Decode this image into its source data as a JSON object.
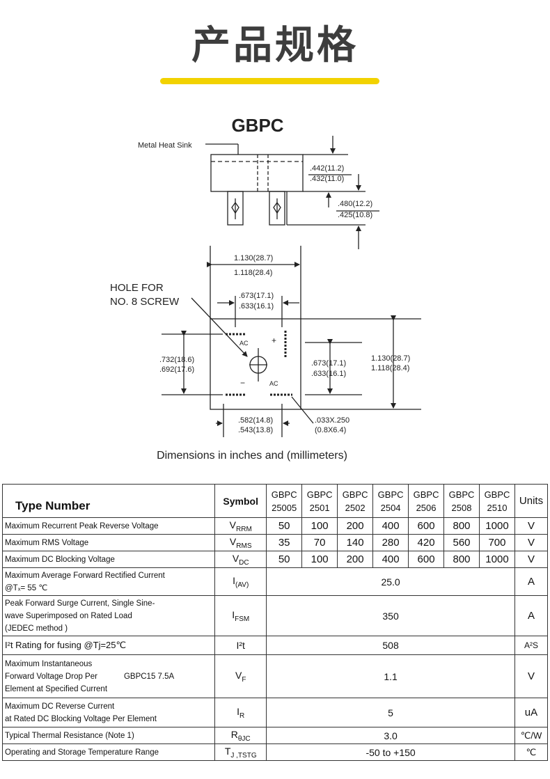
{
  "header": {
    "title": "产品规格"
  },
  "drawing": {
    "package_name": "GBPC",
    "metal_heat_sink_label": "Metal Heat Sink",
    "side_dim_1": [
      ".442(11.2)",
      ".432(11.0)"
    ],
    "side_dim_2": [
      ".480(12.2)",
      ".425(10.8)"
    ],
    "top_width_dim": [
      "1.130(28.7)",
      "1.118(28.4)"
    ],
    "hole_label": [
      "HOLE FOR",
      "NO. 8 SCREW"
    ],
    "inner_width_dim": [
      ".673(17.1)",
      ".633(16.1)"
    ],
    "left_dim": [
      ".732(18.6)",
      ".692(17.6)"
    ],
    "right_inner_dim": [
      ".673(17.1)",
      ".633(16.1)"
    ],
    "right_outer_dim": [
      "1.130(28.7)",
      "1.118(28.4)"
    ],
    "bottom_dim": [
      ".582(14.8)",
      ".543(13.8)"
    ],
    "terminal_dim": [
      ".033X.250",
      "(0.8X6.4)"
    ],
    "pin_labels": {
      "ac_top": "AC",
      "plus": "+",
      "minus": "−",
      "ac_bottom": "AC"
    },
    "caption": "Dimensions in inches and (millimeters)"
  },
  "table": {
    "header": {
      "type_number": "Type Number",
      "symbol": "Symbol",
      "columns": [
        {
          "line1": "GBPC",
          "line2": "25005"
        },
        {
          "line1": "GBPC",
          "line2": "2501"
        },
        {
          "line1": "GBPC",
          "line2": "2502"
        },
        {
          "line1": "GBPC",
          "line2": "2504"
        },
        {
          "line1": "GBPC",
          "line2": "2506"
        },
        {
          "line1": "GBPC",
          "line2": "2508"
        },
        {
          "line1": "GBPC",
          "line2": "2510"
        }
      ],
      "units": "Units"
    },
    "rows": [
      {
        "param": "Maximum Recurrent Peak Reverse Voltage",
        "sym": "V",
        "sub": "RRM",
        "values": [
          "50",
          "100",
          "200",
          "400",
          "600",
          "800",
          "1000"
        ],
        "unit": "V"
      },
      {
        "param": "Maximum RMS Voltage",
        "sym": "V",
        "sub": "RMS",
        "values": [
          "35",
          "70",
          "140",
          "280",
          "420",
          "560",
          "700"
        ],
        "unit": "V"
      },
      {
        "param": "Maximum DC Blocking Voltage",
        "sym": "V",
        "sub": "DC",
        "values": [
          "50",
          "100",
          "200",
          "400",
          "600",
          "800",
          "1000"
        ],
        "unit": "V"
      }
    ],
    "avg_current": {
      "param_line1": "Maximum Average Forward Rectified Current",
      "param_line2": "@Tₓ= 55 ℃",
      "sym": "I",
      "sub": "(AV)",
      "value": "25.0",
      "unit": "A"
    },
    "surge": {
      "param_line1": "Peak Forward Surge Current,   Single Sine-",
      "param_line2": "wave   Superimposed   on   Rated   Load",
      "param_line3": "(JEDEC method )",
      "sym": "I",
      "sub": "FSM",
      "value": "350",
      "unit": "A"
    },
    "i2t": {
      "param": "I²t Rating for fusing  @Tj=25℃",
      "sym": "I²t",
      "value": "508",
      "unit": "A²S"
    },
    "vf": {
      "param_line1": "Maximum Instantaneous",
      "param_line2": "Forward Voltage Drop Per",
      "param_note": "GBPC15 7.5A",
      "param_line3": "Element at Specified Current",
      "sym": "V",
      "sub": "F",
      "value": "1.1",
      "unit": "V"
    },
    "ir": {
      "param_line1": "Maximum DC Reverse Current",
      "param_line2": "at Rated DC Blocking Voltage Per Element",
      "sym": "I",
      "sub": "R",
      "value": "5",
      "unit": "uA"
    },
    "thermal": {
      "param": "Typical Thermal Resistance (Note 1)",
      "sym": "R",
      "sub": "θJC",
      "value": "3.0",
      "unit": "℃/W"
    },
    "temp": {
      "param": "Operating and Storage Temperature Range",
      "sym": "T",
      "sub": "J ,TSTG",
      "value": "-50 to +150",
      "unit": "℃"
    }
  }
}
